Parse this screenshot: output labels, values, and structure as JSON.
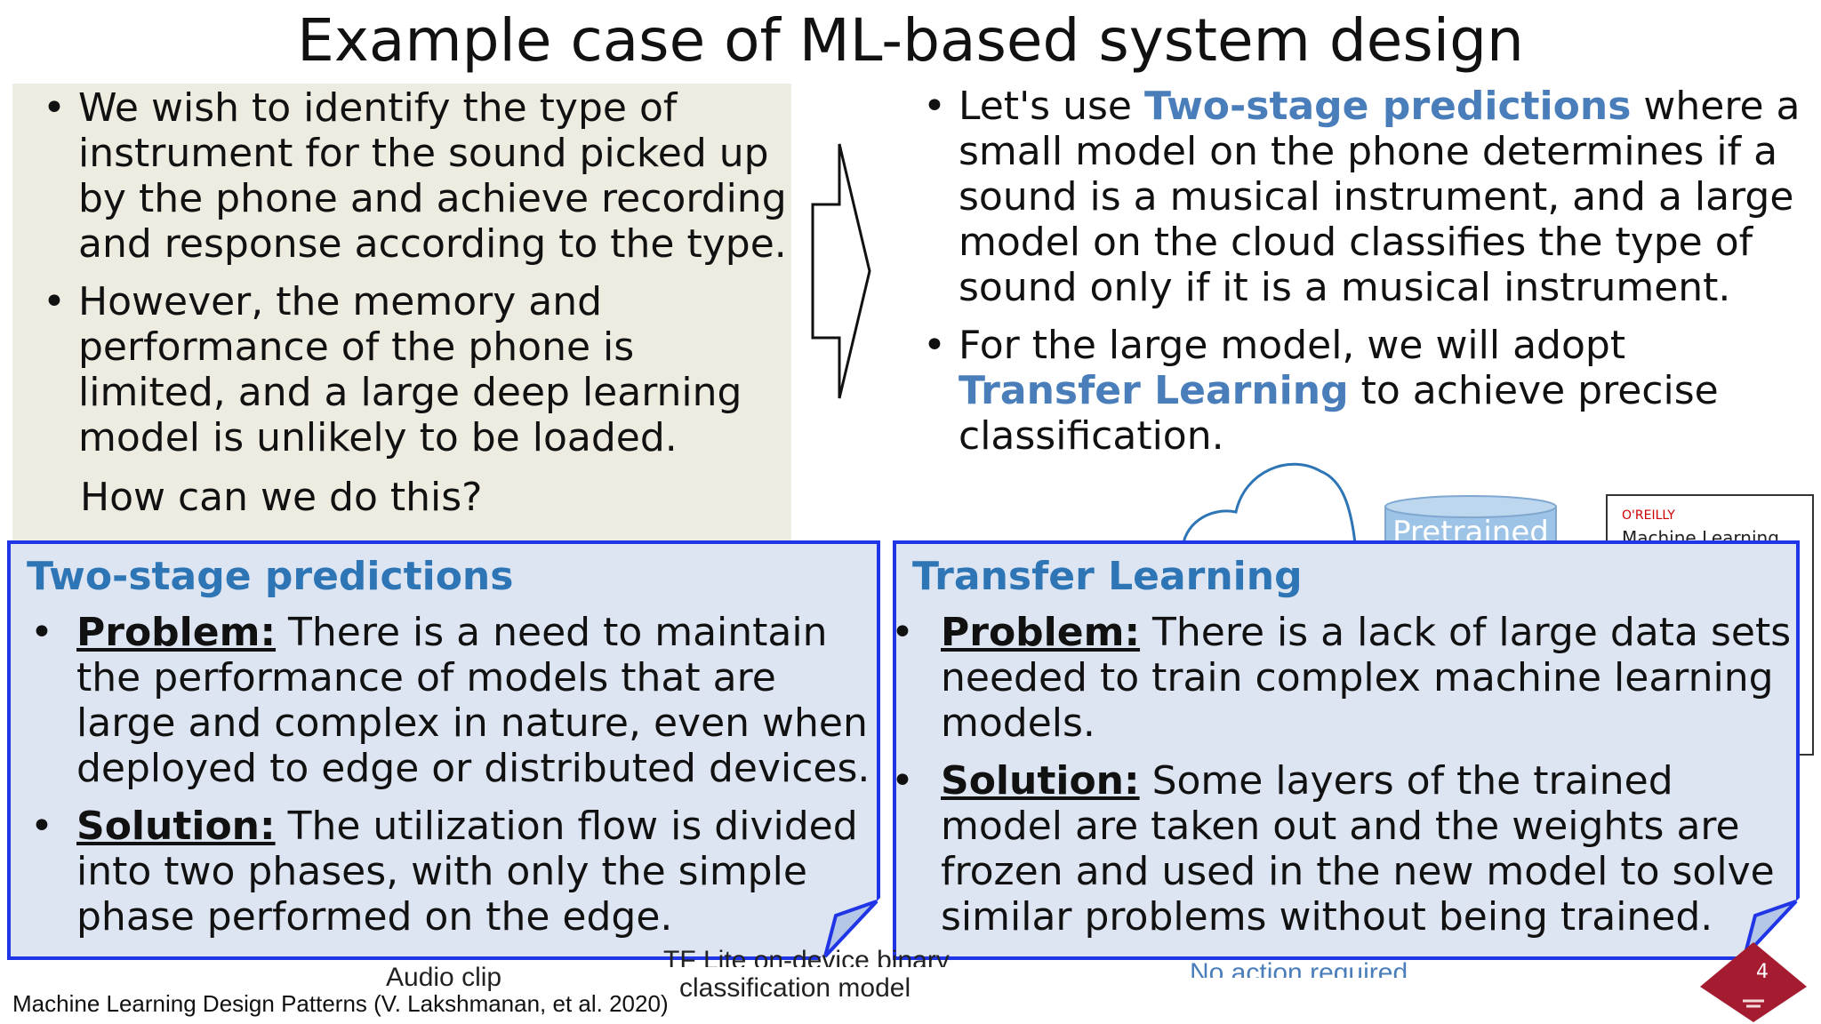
{
  "title": "Example case of ML-based system design",
  "left_panel": {
    "bullets": [
      "We wish to identify the type of instrument for the sound picked up by the phone and achieve recording and response according to the type.",
      "However, the memory and performance of the phone is limited, and a large deep learning model is unlikely to be loaded."
    ],
    "question": "How can we do this?"
  },
  "right_panel": {
    "bullet1": {
      "before": "Let's use ",
      "highlight": "Two-stage predictions",
      "after": " where a small model on the phone determines if a sound is a musical instrument, and a large model on the cloud classifies the type of sound only if it is a musical instrument."
    },
    "bullet2": {
      "before": "For the large model, we will adopt ",
      "highlight": "Transfer Learning",
      "after": " to achieve precise classification."
    }
  },
  "callout_two_stage": {
    "heading": "Two-stage predictions",
    "problem_label": "Problem:",
    "problem_text": " There is a need to maintain the performance of models that are large and complex in nature, even when deployed to edge or distributed devices.",
    "solution_label": "Solution:",
    "solution_text": " The utilization flow is divided into two phases, with only the simple phase performed on the edge."
  },
  "callout_transfer": {
    "heading": "Transfer Learning",
    "problem_label": "Problem:",
    "problem_text": " There is a lack of large data sets needed to train complex machine learning models.",
    "solution_label": "Solution:",
    "solution_text": " Some layers of the trained model are taken out and the weights are frozen and used in the new model to solve similar problems without being trained."
  },
  "diagram_background": {
    "pretrained_label": "Pretrained",
    "book_publisher": "O'REILLY",
    "book_title": "Machine Learning",
    "audio_clip_label": "Audio clip",
    "binary_model_label_line1": "TF Lite on-device binary",
    "binary_model_label_line2": "classification model",
    "no_action_label": "No action required"
  },
  "footer": "Machine Learning Design Patterns (V. Lakshmanan, et al. 2020)",
  "page_number": "4",
  "colors": {
    "highlight_blue": "#4a7ebb",
    "callout_border": "#1f35e6",
    "callout_fill": "#dde5f2",
    "left_panel_fill": "#eeece1",
    "badge_red": "#a51c30"
  }
}
